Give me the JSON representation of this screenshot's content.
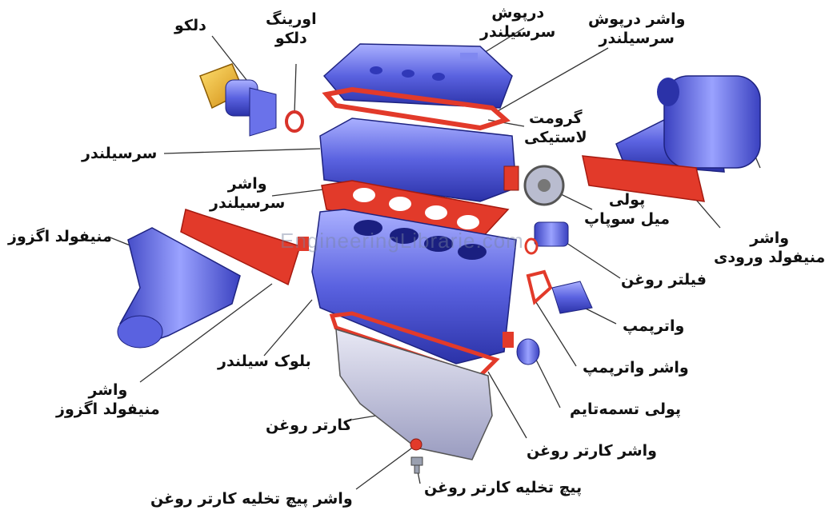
{
  "watermark": "EngineeringLibrarie.com",
  "labels": {
    "distributor": "دلکو",
    "distributor_oring": [
      "اورینگ",
      "دلکو"
    ],
    "valve_cover": [
      "درپوش",
      "سرسیلندر"
    ],
    "valve_cover_gasket": [
      "واشر درپوش",
      "سرسیلندر"
    ],
    "rubber_grommet": [
      "گرومت",
      "لاستیکی"
    ],
    "cylinder_head": "سرسیلندر",
    "head_gasket": [
      "واشر",
      "سرسیلندر"
    ],
    "camshaft_pulley": [
      "پولی",
      "میل سوپاپ"
    ],
    "intake_gasket": [
      "واشر",
      "منیفولد ورودی"
    ],
    "exhaust_manifold": "منیفولد اگزوز",
    "oil_filter": "فیلتر روغن",
    "water_pump": "واترپمپ",
    "cylinder_block": "بلوک سیلندر",
    "water_pump_gasket": "واشر واترپمپ",
    "exhaust_gasket": [
      "واشر",
      "منیفولد اگزوز"
    ],
    "timing_pulley": "پولی تسمه‌تایم",
    "oil_pan": "کارتر روغن",
    "oil_pan_gasket": "واشر کارتر روغن",
    "drain_plug": "پیچ تخلیه کارتر روغن",
    "drain_plug_washer": "واشر پیچ تخلیه کارتر روغن"
  },
  "colors": {
    "part_blue": "#4b55d8",
    "gasket_red": "#e23a2a",
    "distributor_gold": "#f0b020"
  }
}
